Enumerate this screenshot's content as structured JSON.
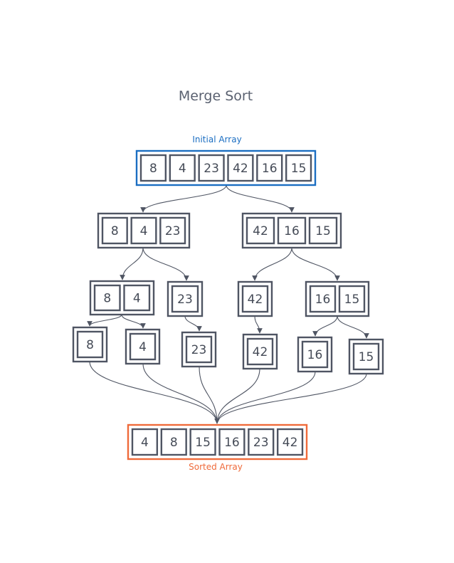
{
  "title": "Merge Sort",
  "labels": {
    "initial": "Initial Array",
    "sorted": "Sorted Array"
  },
  "colors": {
    "initial": "#1b6ec2",
    "sorted": "#ef6a3a",
    "box": "#4f5563",
    "text": "#454b57"
  },
  "arrays": {
    "initial": [
      "8",
      "4",
      "23",
      "42",
      "16",
      "15"
    ],
    "split_1": [
      [
        "8",
        "4",
        "23"
      ],
      [
        "42",
        "16",
        "15"
      ]
    ],
    "split_2": [
      [
        "8",
        "4"
      ],
      [
        "23"
      ],
      [
        "42"
      ],
      [
        "16",
        "15"
      ]
    ],
    "singles": [
      "8",
      "4",
      "23",
      "42",
      "16",
      "15"
    ],
    "sorted": [
      "4",
      "8",
      "15",
      "16",
      "23",
      "42"
    ]
  }
}
